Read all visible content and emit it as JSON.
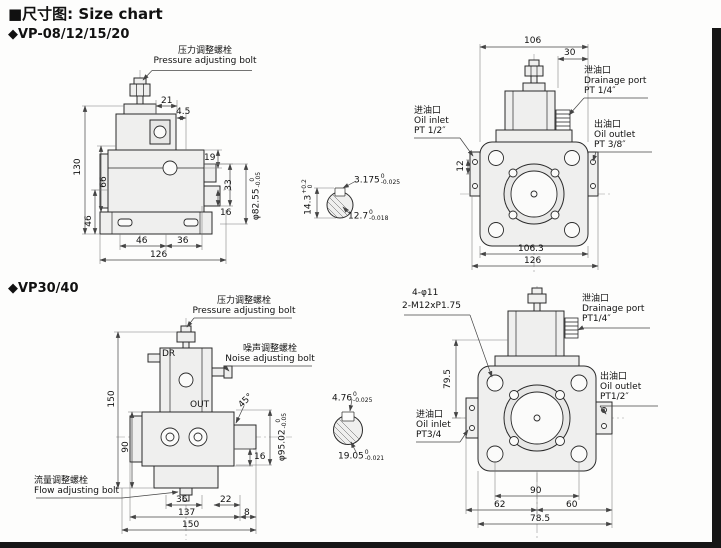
{
  "page": {
    "header": "■尺寸图: Size chart"
  },
  "s1": {
    "title": "◆VP-08/12/15/20",
    "labels": {
      "pressure_cn": "压力调整螺栓",
      "pressure_en": "Pressure adjusting bolt",
      "drain_cn": "泄油口",
      "drain_en": "Drainage port",
      "drain_pt": "PT 1/4″",
      "inlet_cn": "进油口",
      "inlet_en": "Oil inlet",
      "inlet_pt": "PT 1/2″",
      "outlet_cn": "出油口",
      "outlet_en": "Oil outlet",
      "outlet_pt": "PT 3/8″"
    },
    "side": {
      "v130": "130",
      "v66": "66",
      "v46": "46",
      "t21": "21",
      "t45": "4.5",
      "r19": "19",
      "r33": "33",
      "r16": "16",
      "b46": "46",
      "b36": "36",
      "b126": "126",
      "shaft_dia": "φ82.55",
      "shaft_tol_top": "0",
      "shaft_tol_bot": "-0.05"
    },
    "key": {
      "height": "14.3",
      "height_tol_top": "+0.2",
      "height_tol_bot": "0",
      "width": "3.175",
      "width_tol_top": "0",
      "width_tol_bot": "-0.025",
      "depth": "12.7",
      "depth_tol_top": "0",
      "depth_tol_bot": "-0.018"
    },
    "front": {
      "t106": "106",
      "t30": "30",
      "l12": "12",
      "b106_3": "106.3",
      "b126": "126"
    }
  },
  "s2": {
    "title": "◆VP30/40",
    "labels": {
      "pressure_cn": "压力调整螺栓",
      "pressure_en": "Pressure adjusting bolt",
      "noise_cn": "噪声调整螺栓",
      "noise_en": "Noise adjusting bolt",
      "flow_cn": "流量调整螺栓",
      "flow_en": "Flow adjusting bolt",
      "dr": "DR",
      "out": "OUT",
      "holes": "4-φ11",
      "thread": "2-M12xP1.75",
      "drain_cn": "泄油口",
      "drain_en": "Drainage port",
      "drain_pt": "PT1/4″",
      "outlet_cn": "出油口",
      "outlet_en": "Oil outlet",
      "outlet_pt": "PT1/2″",
      "inlet_cn": "进油口",
      "inlet_en": "Oil inlet",
      "inlet_pt": "PT3/4"
    },
    "side": {
      "v150": "150",
      "v90": "90",
      "r16": "16",
      "chamfer": "45°",
      "b36": "36",
      "b22": "22",
      "b8": "8",
      "b137": "137",
      "b150": "150",
      "shaft_dia": "φ95.02",
      "shaft_tol_top": "0",
      "shaft_tol_bot": "-0.05"
    },
    "key": {
      "width": "4.76",
      "width_tol_top": "0",
      "width_tol_bot": "-0.025",
      "depth": "19.05",
      "depth_tol_top": "0",
      "depth_tol_bot": "-0.021"
    },
    "front": {
      "v79_5": "79.5",
      "b90": "90",
      "b62": "62",
      "b60": "60",
      "b78_5": "78.5"
    }
  }
}
